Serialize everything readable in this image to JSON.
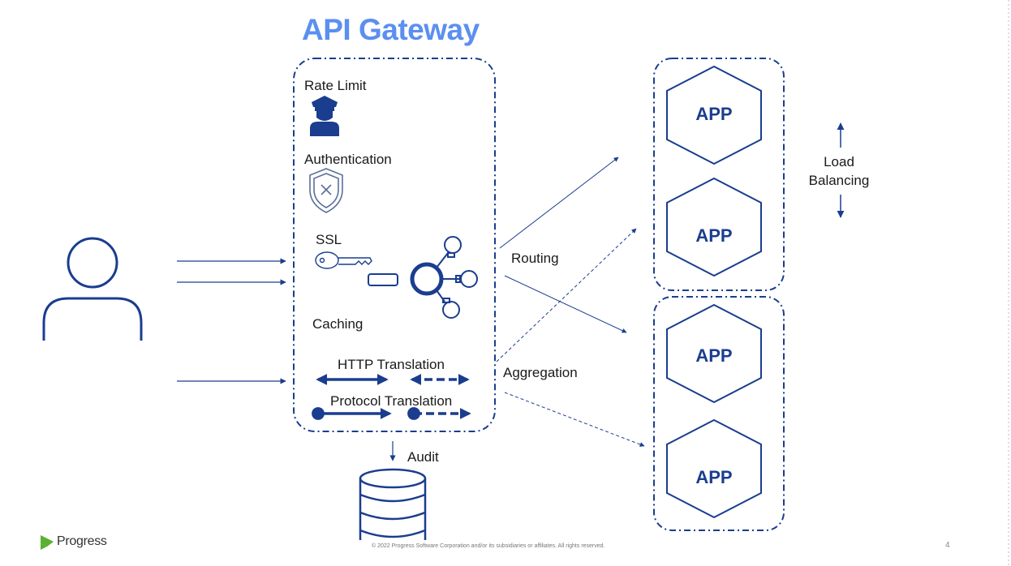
{
  "title": "API Gateway",
  "gateway_features": {
    "rate_limit": "Rate Limit",
    "authentication": "Authentication",
    "ssl": "SSL",
    "caching": "Caching",
    "http_translation": "HTTP Translation",
    "protocol_translation": "Protocol Translation"
  },
  "flows": {
    "routing": "Routing",
    "aggregation": "Aggregation",
    "audit": "Audit"
  },
  "apps": [
    "APP",
    "APP",
    "APP",
    "APP"
  ],
  "load_balancing": {
    "line1": "Load",
    "line2": "Balancing"
  },
  "footer": {
    "logo": "Progress",
    "copyright": "© 2022 Progress Software Corporation and/or its subsidiaries or affiliates. All rights reserved.",
    "page_number": "4"
  },
  "colors": {
    "title": "#5b8ff0",
    "primary": "#1a3d8f",
    "logo_green": "#5ab031"
  }
}
